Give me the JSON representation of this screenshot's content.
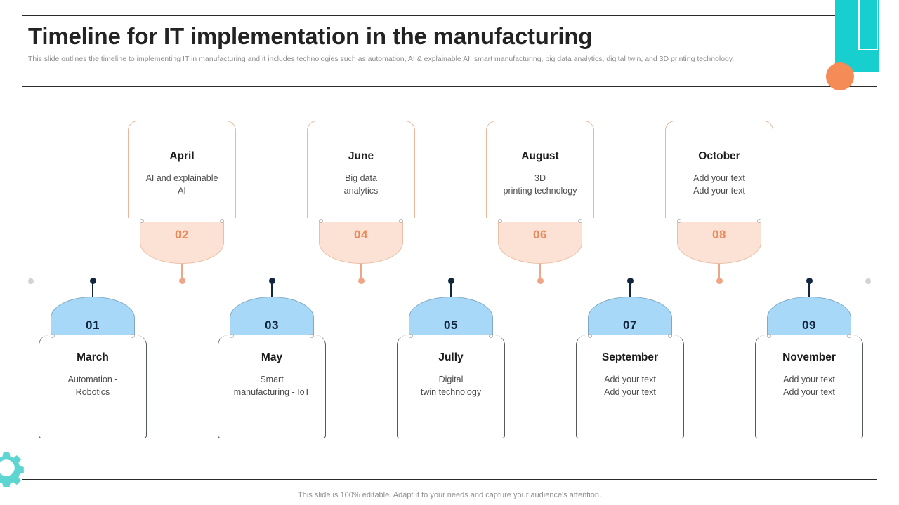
{
  "slide": {
    "title": "Timeline for IT implementation in the manufacturing",
    "subtitle": "This slide outlines the timeline to implementing IT in manufacturing and it includes technologies such as automation, AI &  explainable AI,  smart manufacturing, big data analytics, digital twin, and 3D printing technology.",
    "footer": "This slide is 100% editable. Adapt it to your needs and capture your audience's attention."
  },
  "colors": {
    "accent_teal": "#17cfcf",
    "accent_orange": "#f58b56",
    "top_card_fill": "#fbe2d4",
    "top_card_border": "#e4b99f",
    "top_number": "#e98a5c",
    "bottom_card_fill": "#a7d8f8",
    "bottom_card_border": "#555a5e",
    "bottom_number": "#12263f",
    "axis": "#d9d4d2",
    "title": "#232323",
    "subtitle": "#8d8d8d"
  },
  "timeline": {
    "top_milestones": [
      {
        "number": "02",
        "month": "April",
        "description": "AI and explainable\nAI"
      },
      {
        "number": "04",
        "month": "June",
        "description": "Big data\nanalytics"
      },
      {
        "number": "06",
        "month": "August",
        "description": "3D\nprinting technology"
      },
      {
        "number": "08",
        "month": "October",
        "description": "Add your text\nAdd your text"
      }
    ],
    "bottom_milestones": [
      {
        "number": "01",
        "month": "March",
        "description": "Automation -\nRobotics"
      },
      {
        "number": "03",
        "month": "May",
        "description": "Smart\nmanufacturing  - IoT"
      },
      {
        "number": "05",
        "month": "Jully",
        "description": "Digital\ntwin technology"
      },
      {
        "number": "07",
        "month": "September",
        "description": "Add your text\nAdd your text"
      },
      {
        "number": "09",
        "month": "November",
        "description": "Add your text\nAdd your text"
      }
    ]
  }
}
